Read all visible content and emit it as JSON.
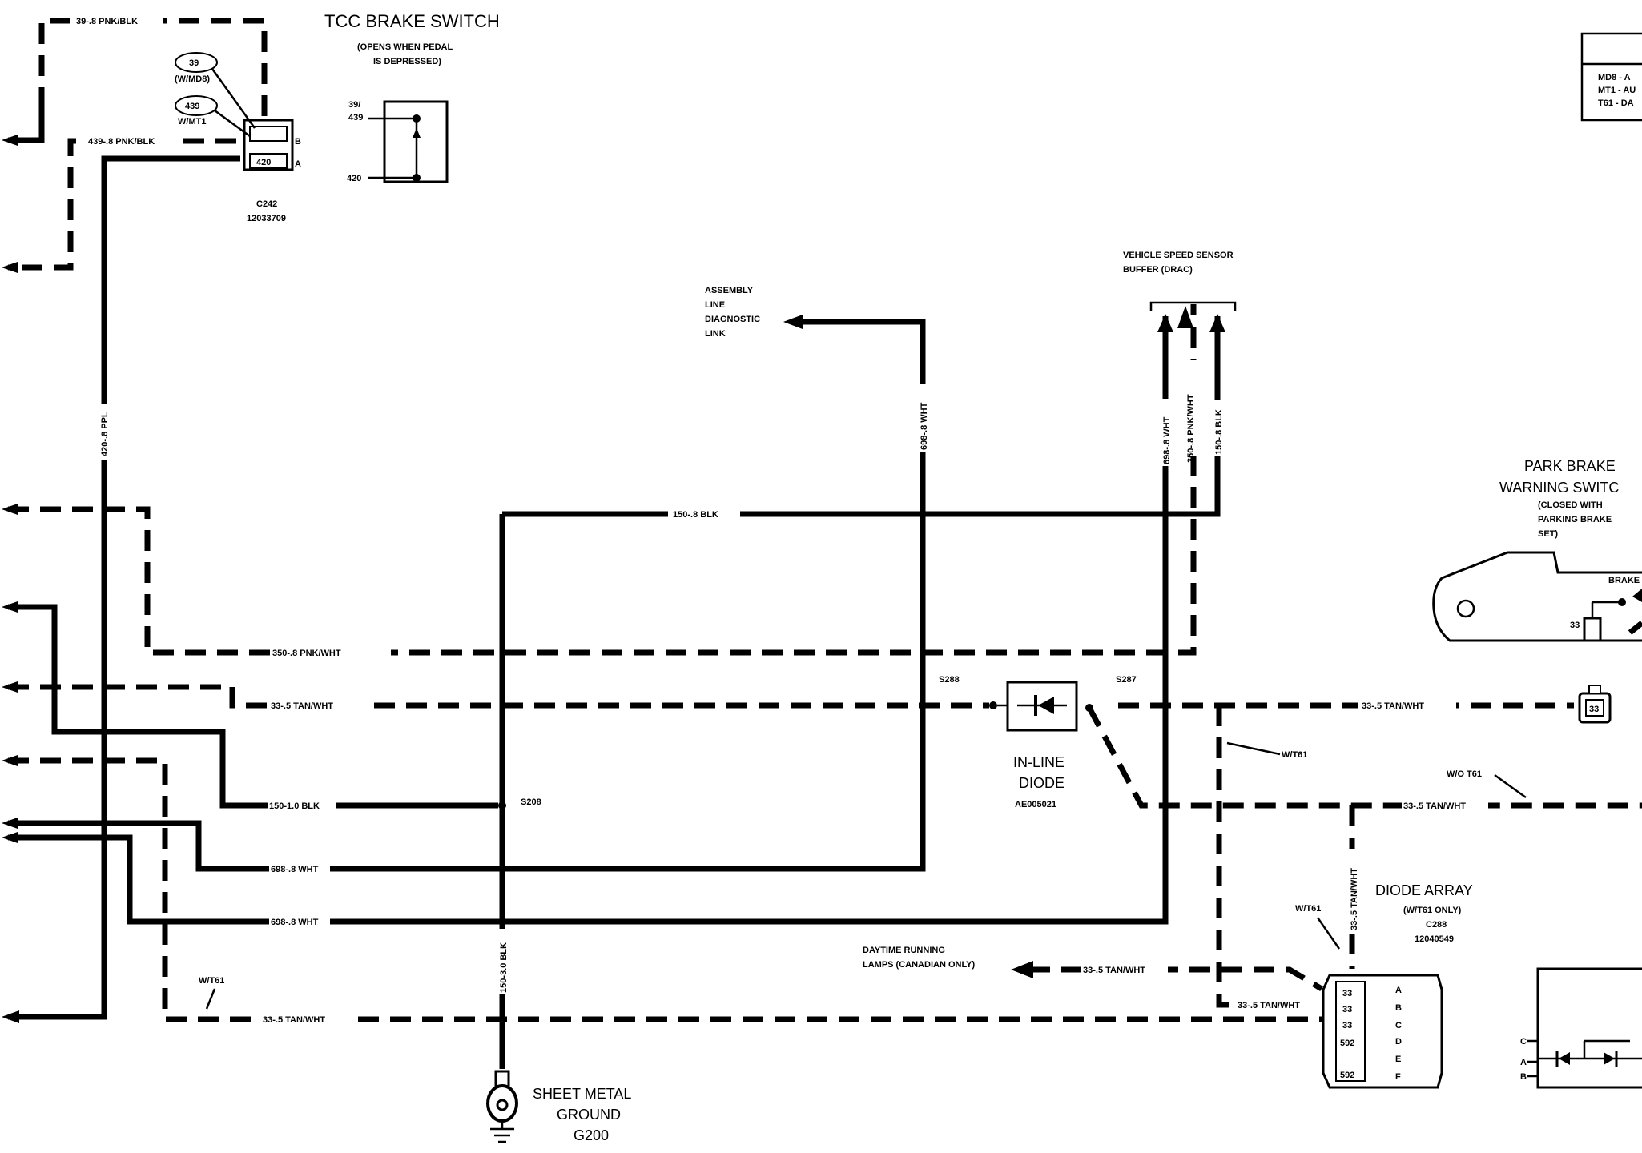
{
  "tcc_switch": {
    "title": "TCC BRAKE SWITCH",
    "note_1": "(OPENS WHEN PEDAL",
    "note_2": "IS DEPRESSED)",
    "pin_top_1": "39/",
    "pin_top_2": "439",
    "pin_bottom": "420"
  },
  "connector_c242": {
    "callout_39": "39",
    "callout_39_note": "(W/MD8)",
    "callout_439": "439",
    "callout_439_note": "W/MT1",
    "cavity_420": "420",
    "pin_b": "B",
    "pin_a": "A",
    "name": "C242",
    "part": "12033709"
  },
  "wires": {
    "w39": "39-.8 PNK/BLK",
    "w439": "439-.8 PNK/BLK",
    "w420": "420-.8 PPL",
    "w150_top": "150-.8 BLK",
    "w698_vert": "698-.8 WHT",
    "w698_vss": "698-.8 WHT",
    "w350_vss": "350-.8 PNK/WHT",
    "w150_vss": "150-.8 BLK",
    "w350": "350-.8 PNK/WHT",
    "w33_a": "33-.5 TAN/WHT",
    "w150_1": "150-1.0 BLK",
    "w698_a": "698-.8 WHT",
    "w698_b": "698-.8 WHT",
    "w33_b": "33-.5 TAN/WHT",
    "w150_3": "150-3.0 BLK",
    "w33_right": "33-.5 TAN/WHT",
    "w33_mid": "33-.5 TAN/WHT",
    "w33_drl": "33-.5 TAN/WHT",
    "w33_array": "33-.5 TAN/WHT",
    "w33_vert": "33-.5 TAN/WHT"
  },
  "labels": {
    "aldl_1": "ASSEMBLY",
    "aldl_2": "LINE",
    "aldl_3": "DIAGNOSTIC",
    "aldl_4": "LINK",
    "vss_1": "VEHICLE SPEED SENSOR",
    "vss_2": "BUFFER (DRAC)",
    "s288": "S288",
    "s287": "S287",
    "s208": "S208",
    "diode_1": "IN-LINE",
    "diode_2": "DIODE",
    "diode_part": "AE005021",
    "wt61_a": "W/T61",
    "wot61": "W/O T61",
    "wt61_b": "W/T61",
    "wt61_c": "W/T61",
    "drl_1": "DAYTIME RUNNING",
    "drl_2": "LAMPS (CANADIAN ONLY)",
    "array_title": "DIODE ARRAY",
    "array_note": "(W/T61 ONLY)",
    "array_conn": "C288",
    "array_part": "12040549",
    "ground_1": "SHEET METAL",
    "ground_2": "GROUND",
    "ground_3": "G200",
    "park_1": "PARK BRAKE",
    "park_2": "WARNING SWITC",
    "park_note_1": "(CLOSED WITH",
    "park_note_2": "PARKING BRAKE",
    "park_note_3": "SET)",
    "park_brake": "BRAKE",
    "park_pin": "33",
    "conn_33": "33"
  },
  "diode_array_cavities": [
    "33",
    "33",
    "33",
    "592",
    "592"
  ],
  "diode_array_pins": [
    "A",
    "B",
    "C",
    "D",
    "E",
    "F"
  ],
  "legend_rows": [
    "MD8 - A",
    "MT1 - AU",
    "T61 - DA"
  ],
  "right_module_pins": [
    "C",
    "A",
    "B"
  ]
}
